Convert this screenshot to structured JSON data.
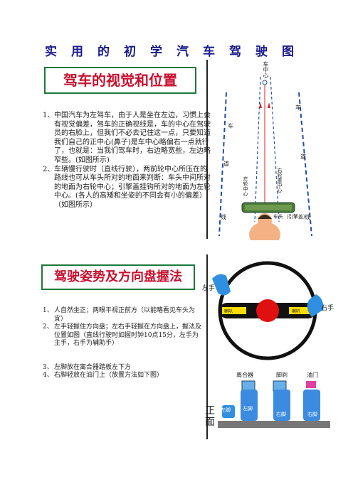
{
  "page_title": "实用的初学汽车驾驶图",
  "section1": {
    "heading": "驾车的视觉和位置",
    "items": [
      "中国汽车为左驾车，由于人是坐在左边，习惯上会有视觉偏差，驾车的正确视线是，车的中心在驾驶员的右脸上，但我们不必去记住这一点，只要知道我们自己的正中心(鼻子)是车中心略偏右一点就行了，也就是：当我们驾车时，右边略宽些，左边略窄些。(如图所示)",
      "车辆慢行驶时（直线行驶），两前轮中心所压在的路线也可从车头所对的地面来判断：车头中间所对的地面为右轮中心；引擎盖挂钩所对的地面为左轮中心。(各人的高矮和坐姿的不同会有小的偏差）（如图所示）"
    ],
    "figure": {
      "top_text": "车中心",
      "car_left": "车",
      "car_right": "车",
      "road_left": "道",
      "road_right": "道",
      "line_left": "线",
      "line_right": "线",
      "left_wheel_center": "左轮中心",
      "right_wheel_center": "右轮重中心",
      "car_head": "车头（引擎盖）"
    }
  },
  "section2": {
    "heading": "驾驶姿势及方向盘握法",
    "items": [
      "人自然坐正；两眼平视正前方（以能略看见车头为宜）",
      "左手轻握住方向盘；左右手轻握在方向盘上，握法及位置如图（直线行驶时如握时钟10点15分，左手为主手，右手为辅助手）",
      "左脚放在离合器踏板左下方",
      "右脚轻放在油门上（放置方法如下图）"
    ],
    "numbers": [
      "1、",
      "2、",
      "3、",
      "4、"
    ],
    "wheel": {
      "left_hand": "左手",
      "right_hand": "右手",
      "spoke_left": "喇叭",
      "spoke_right": "喇叭"
    },
    "pedals": {
      "clutch": "离合器",
      "brake": "脚刹",
      "throttle": "油门",
      "left_foot": "左脚",
      "right_foot": "右脚",
      "front_view": "正面"
    }
  },
  "colors": {
    "title": "#1a1a8c",
    "heading": "#c8102e",
    "box_border": "#1b7a3a",
    "hand": "#2f8fe0"
  }
}
